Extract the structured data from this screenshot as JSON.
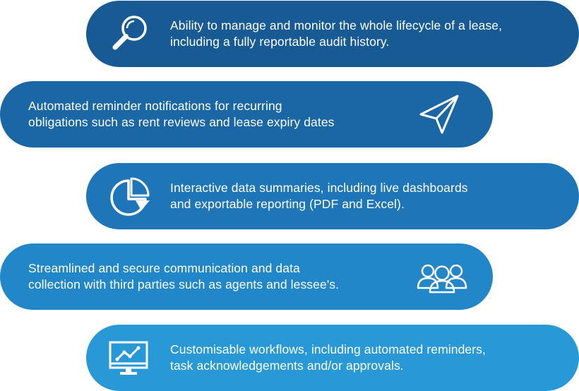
{
  "colors": {
    "pill1": "#175a94",
    "pill2": "#1b67a6",
    "pill3": "#1e76b9",
    "pill4": "#2287c8",
    "pill5": "#2899d6"
  },
  "features": [
    {
      "icon": "magnifier-icon",
      "line1": "Ability to manage and monitor the whole lifecycle of a lease,",
      "line2": "including a fully reportable audit history."
    },
    {
      "icon": "paper-plane-icon",
      "line1": "Automated reminder notifications for recurring",
      "line2": "obligations such as rent reviews and lease expiry dates"
    },
    {
      "icon": "pie-chart-icon",
      "line1": "Interactive data summaries, including live dashboards",
      "line2": "and exportable reporting (PDF and Excel)."
    },
    {
      "icon": "people-group-icon",
      "line1": "Streamlined and secure communication and data",
      "line2": "collection with third parties such as agents and lessee's."
    },
    {
      "icon": "monitor-chart-icon",
      "line1": "Customisable workflows, including automated reminders,",
      "line2": "task acknowledgements and/or approvals."
    }
  ]
}
